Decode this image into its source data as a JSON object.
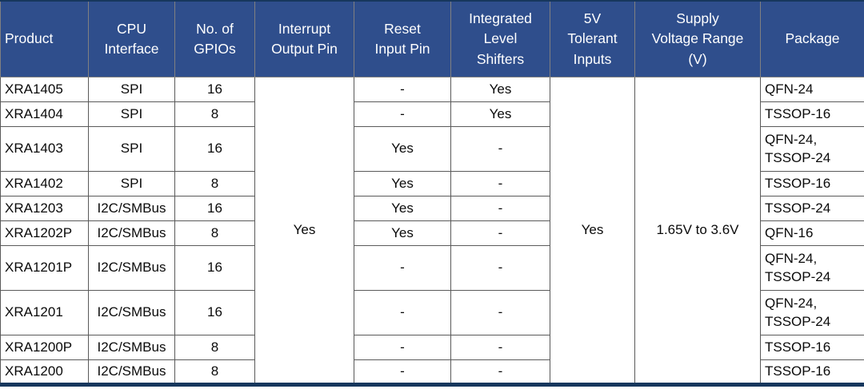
{
  "colors": {
    "header_bg": "#2f4e8c",
    "header_text": "#ffffff",
    "header_border": "#808080",
    "body_border": "#5a5a5a",
    "outer_dark": "#17375d"
  },
  "table": {
    "columns": [
      {
        "label": "Product"
      },
      {
        "label": "CPU\nInterface"
      },
      {
        "label": "No. of\nGPIOs"
      },
      {
        "label": "Interrupt\nOutput Pin"
      },
      {
        "label": "Reset\nInput Pin"
      },
      {
        "label": "Integrated\nLevel\nShifters"
      },
      {
        "label": "5V\nTolerant\nInputs"
      },
      {
        "label": "Supply\nVoltage Range\n(V)"
      },
      {
        "label": "Package"
      }
    ],
    "merged": {
      "interrupt_output_pin": "Yes",
      "five_v_tolerant_inputs": "Yes",
      "supply_voltage_range": "1.65V to 3.6V"
    },
    "rows": [
      {
        "product": "XRA1405",
        "cpu": "SPI",
        "gpios": "16",
        "reset": "-",
        "ils": "Yes",
        "package": "QFN-24"
      },
      {
        "product": "XRA1404",
        "cpu": "SPI",
        "gpios": "8",
        "reset": "-",
        "ils": "Yes",
        "package": "TSSOP-16"
      },
      {
        "product": "XRA1403",
        "cpu": "SPI",
        "gpios": "16",
        "reset": "Yes",
        "ils": "-",
        "package": "QFN-24,\nTSSOP-24"
      },
      {
        "product": "XRA1402",
        "cpu": "SPI",
        "gpios": "8",
        "reset": "Yes",
        "ils": "-",
        "package": "TSSOP-16"
      },
      {
        "product": "XRA1203",
        "cpu": "I2C/SMBus",
        "gpios": "16",
        "reset": "Yes",
        "ils": "-",
        "package": "TSSOP-24"
      },
      {
        "product": "XRA1202P",
        "cpu": "I2C/SMBus",
        "gpios": "8",
        "reset": "Yes",
        "ils": "-",
        "package": "QFN-16"
      },
      {
        "product": "XRA1201P",
        "cpu": "I2C/SMBus",
        "gpios": "16",
        "reset": "-",
        "ils": "-",
        "package": "QFN-24,\nTSSOP-24"
      },
      {
        "product": "XRA1201",
        "cpu": "I2C/SMBus",
        "gpios": "16",
        "reset": "-",
        "ils": "-",
        "package": "QFN-24,\nTSSOP-24"
      },
      {
        "product": "XRA1200P",
        "cpu": "I2C/SMBus",
        "gpios": "8",
        "reset": "-",
        "ils": "-",
        "package": "TSSOP-16"
      },
      {
        "product": "XRA1200",
        "cpu": "I2C/SMBus",
        "gpios": "8",
        "reset": "-",
        "ils": "-",
        "package": "TSSOP-16"
      }
    ]
  }
}
